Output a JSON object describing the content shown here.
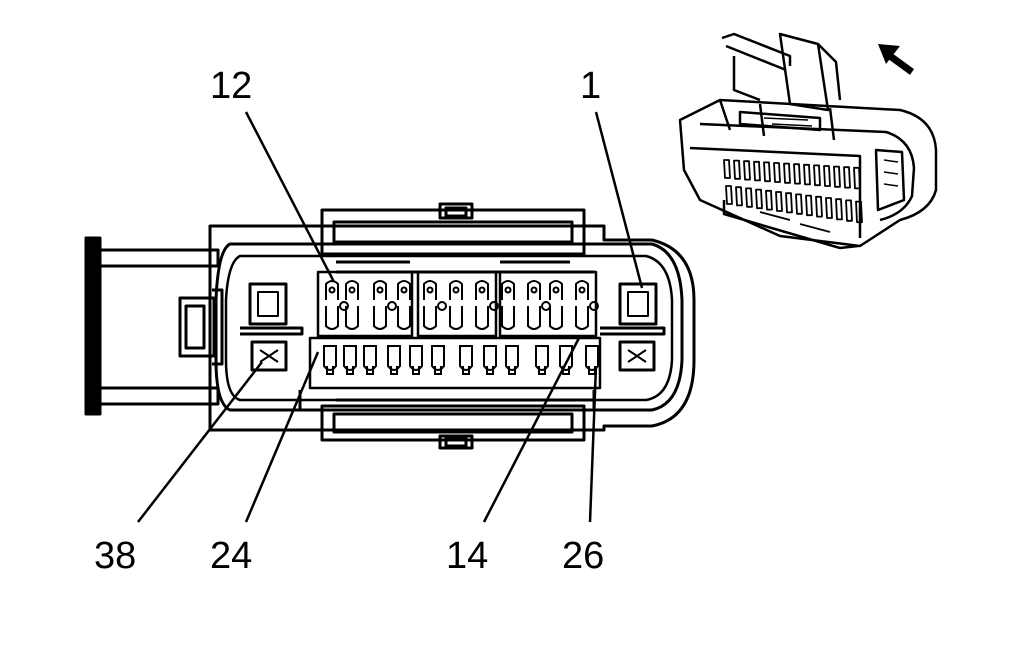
{
  "labels": {
    "pin_12": "12",
    "pin_1": "1",
    "pin_38": "38",
    "pin_24": "24",
    "pin_14": "14",
    "pin_26": "26"
  },
  "colors": {
    "line": "#000000",
    "background": "#ffffff"
  },
  "icons": {
    "view_direction": "arrow-up-left-icon",
    "connector_face": "connector-face-icon",
    "connector_iso": "connector-isometric-icon"
  }
}
